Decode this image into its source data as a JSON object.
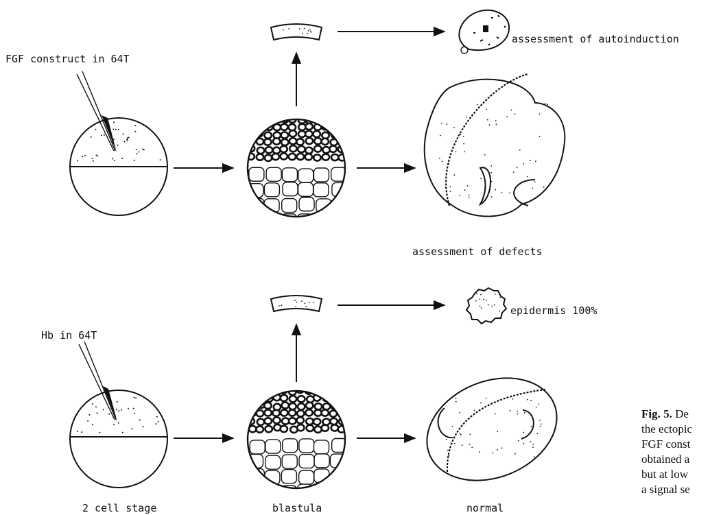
{
  "top_row": {
    "injection_label": "FGF construct in 64T",
    "autoinduction_label": "assessment of autoinduction",
    "defects_label": "assessment of defects"
  },
  "bottom_row": {
    "injection_label": "Hb in 64T",
    "epidermis_label": "epidermis 100%"
  },
  "stage_labels": {
    "two_cell": "2 cell stage",
    "blastula": "blastula",
    "normal": "normal"
  },
  "caption": {
    "fig_label": "Fig. 5.",
    "lines": [
      " De",
      "the ectopic",
      "FGF const",
      "obtained a",
      "but at low",
      "a signal se"
    ]
  }
}
